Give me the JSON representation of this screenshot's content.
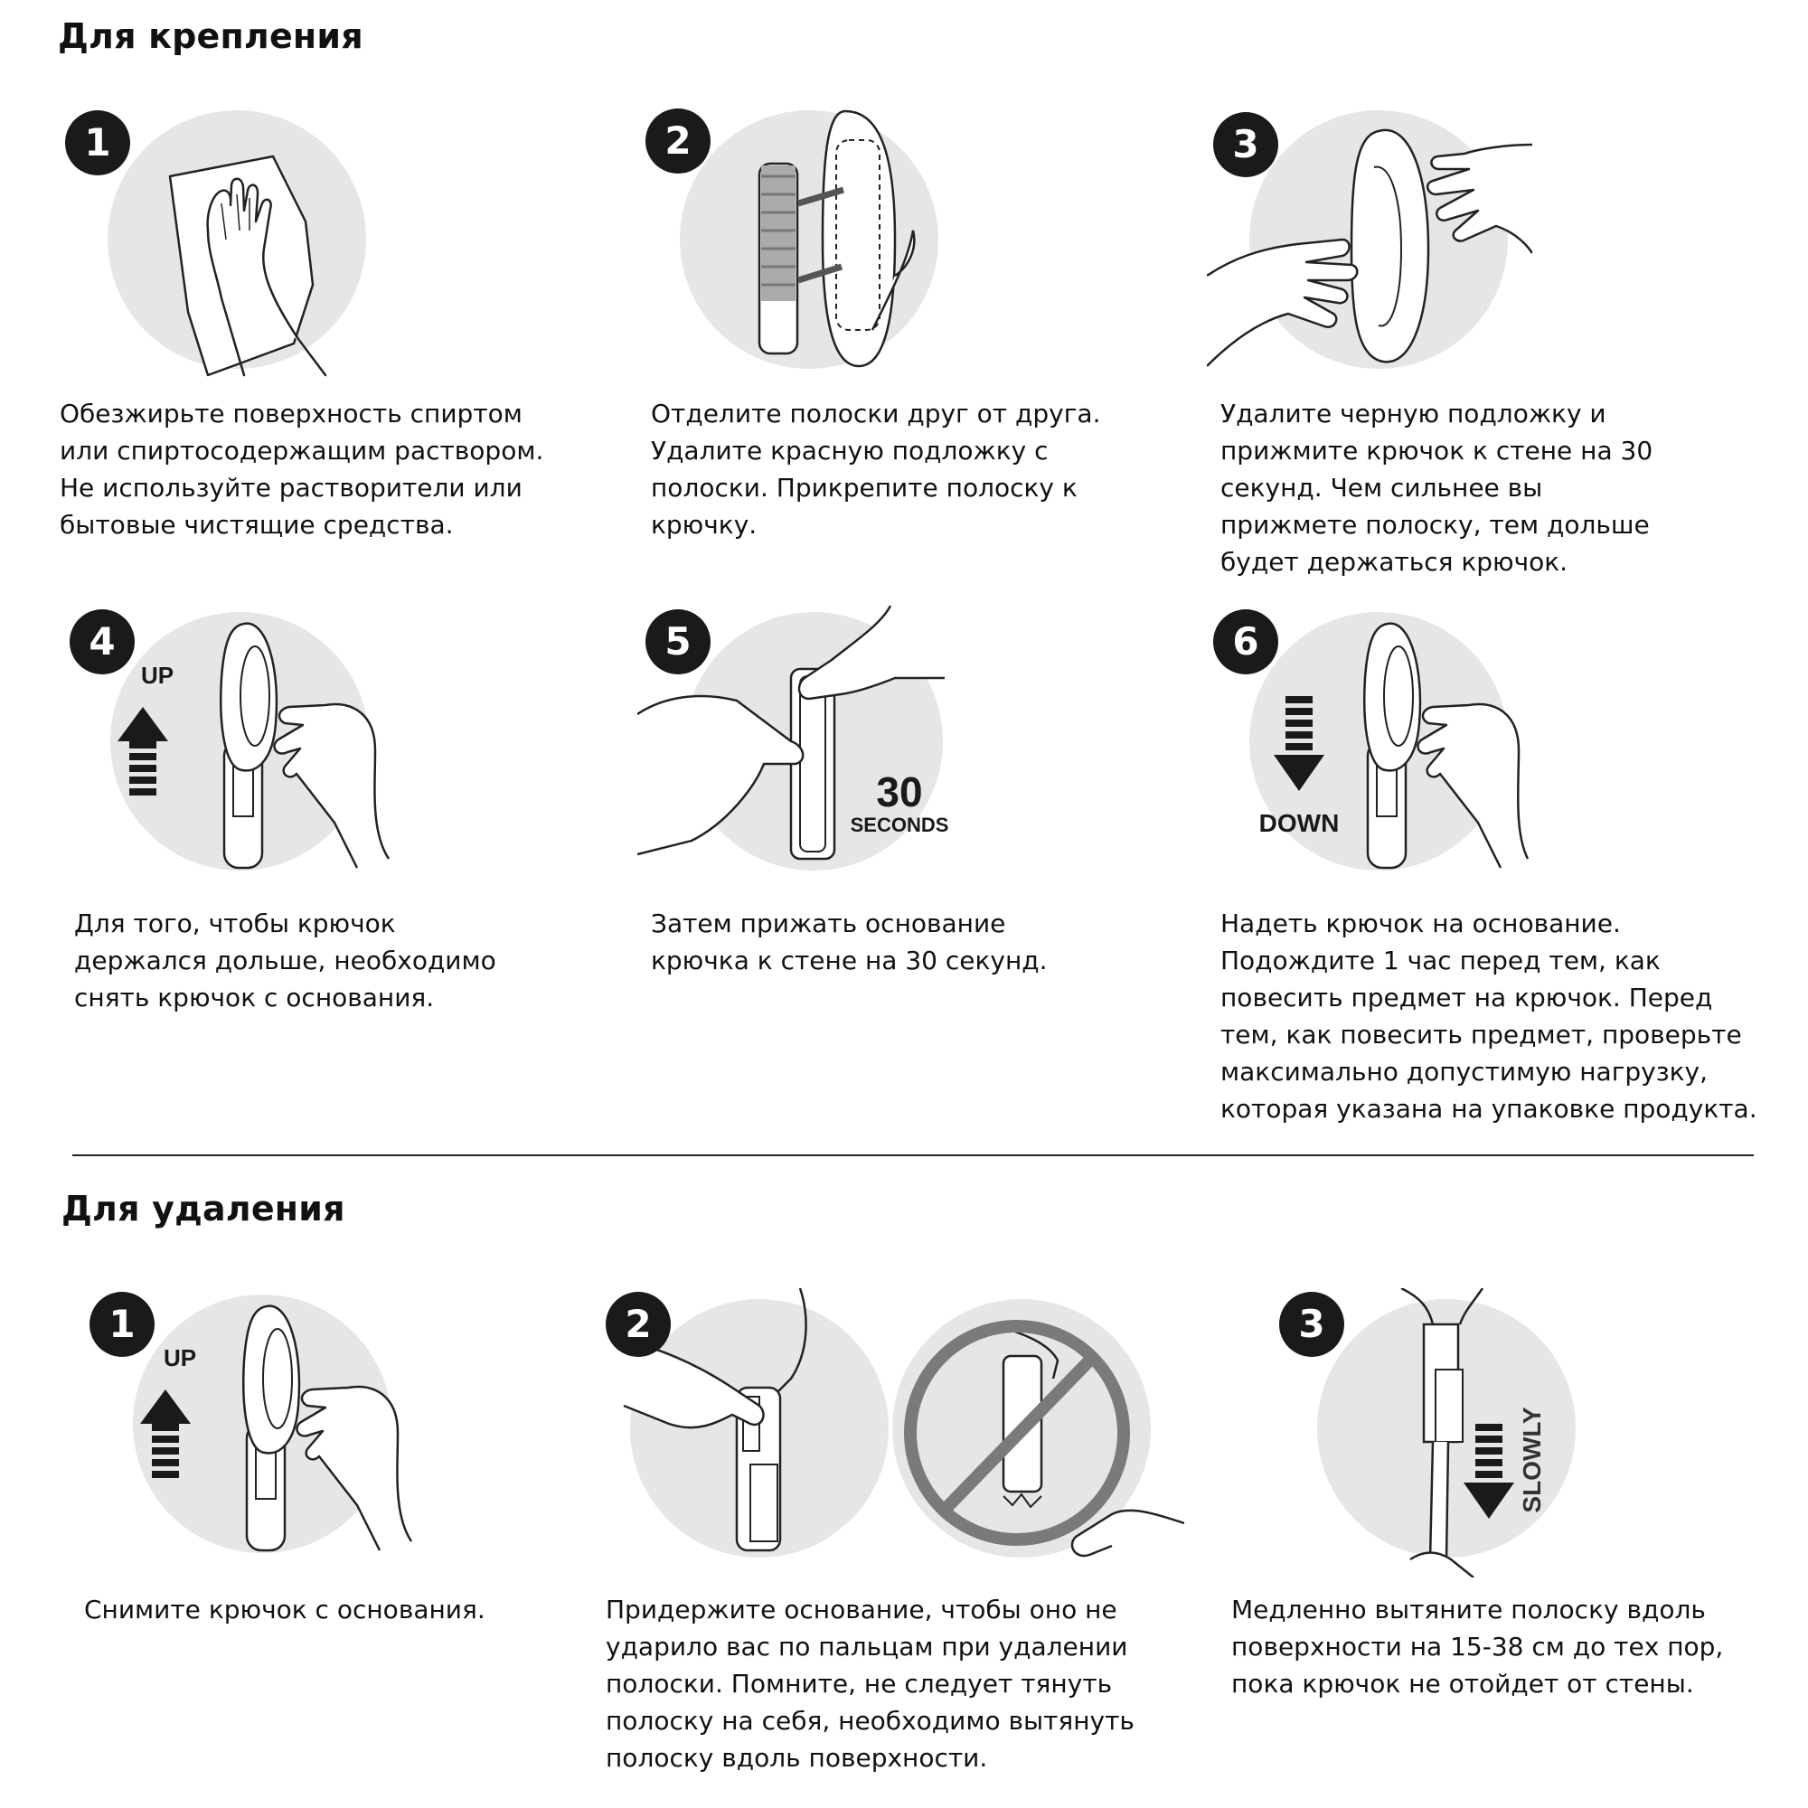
{
  "attach": {
    "heading": "Для крепления",
    "steps": [
      {
        "number": "1",
        "text": "Обезжирьте поверхность спиртом\nили спиртосодержащим раствором.\nНе используйте растворители или\nбытовые чистящие средства."
      },
      {
        "number": "2",
        "text": "Отделите полоски друг от друга.\nУдалите красную подложку с\nполоски. Прикрепите полоску к\nкрючку."
      },
      {
        "number": "3",
        "text": "Удалите черную подложку и\nприжмите крючок к стене на 30\nсекунд. Чем сильнее вы\nприжмете полоску, тем дольше\nбудет держаться крючок."
      },
      {
        "number": "4",
        "label": "UP",
        "text": "Для того, чтобы крючок\nдержался дольше, необходимо\nснять крючок с основания."
      },
      {
        "number": "5",
        "label_number": "30",
        "label_unit": "SECONDS",
        "text": "Затем прижать основание\nкрючка к стене на 30 секунд."
      },
      {
        "number": "6",
        "label": "DOWN",
        "text": "Надеть крючок на основание.\nПодождите 1 час перед тем, как\nповесить предмет на крючок. Перед\nтем, как повесить предмет, проверьте\nмаксимально допустимую нагрузку,\nкоторая указана на упаковке продукта."
      }
    ]
  },
  "remove": {
    "heading": "Для удаления",
    "steps": [
      {
        "number": "1",
        "label": "UP",
        "text": "Снимите крючок с основания."
      },
      {
        "number": "2",
        "text": "Придержите основание, чтобы оно не\nударило вас по пальцам при удалении\nполоски. Помните, не следует тянуть\nполоску на себя, необходимо вытянуть\nполоску вдоль поверхности."
      },
      {
        "number": "3",
        "label": "SLOWLY",
        "text": "Медленно вытяните полоску вдоль\nповерхности на 15-38 см до тех пор,\nпока крючок не отойдет от стены."
      }
    ]
  },
  "colors": {
    "circle_bg": "#e6e6e6",
    "badge": "#1a1a1a",
    "line": "#222222",
    "no_sign": "#7a7a7a"
  }
}
